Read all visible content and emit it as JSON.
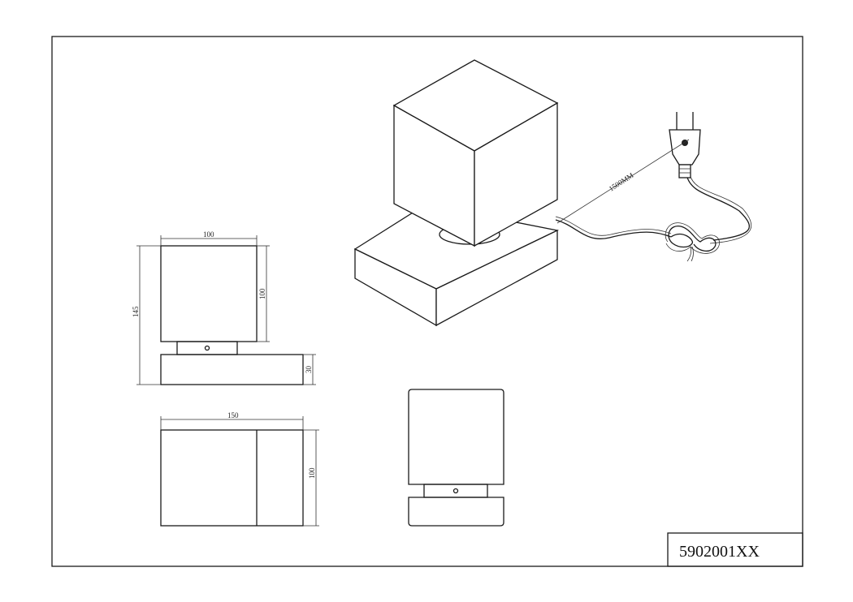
{
  "drawing": {
    "product_code": "5902001XX",
    "dimensions": {
      "front_width": "100",
      "shade_height": "100",
      "total_height": "145",
      "base_height": "30",
      "base_width": "150",
      "base_depth": "100",
      "cable_length": "1500MM"
    }
  }
}
